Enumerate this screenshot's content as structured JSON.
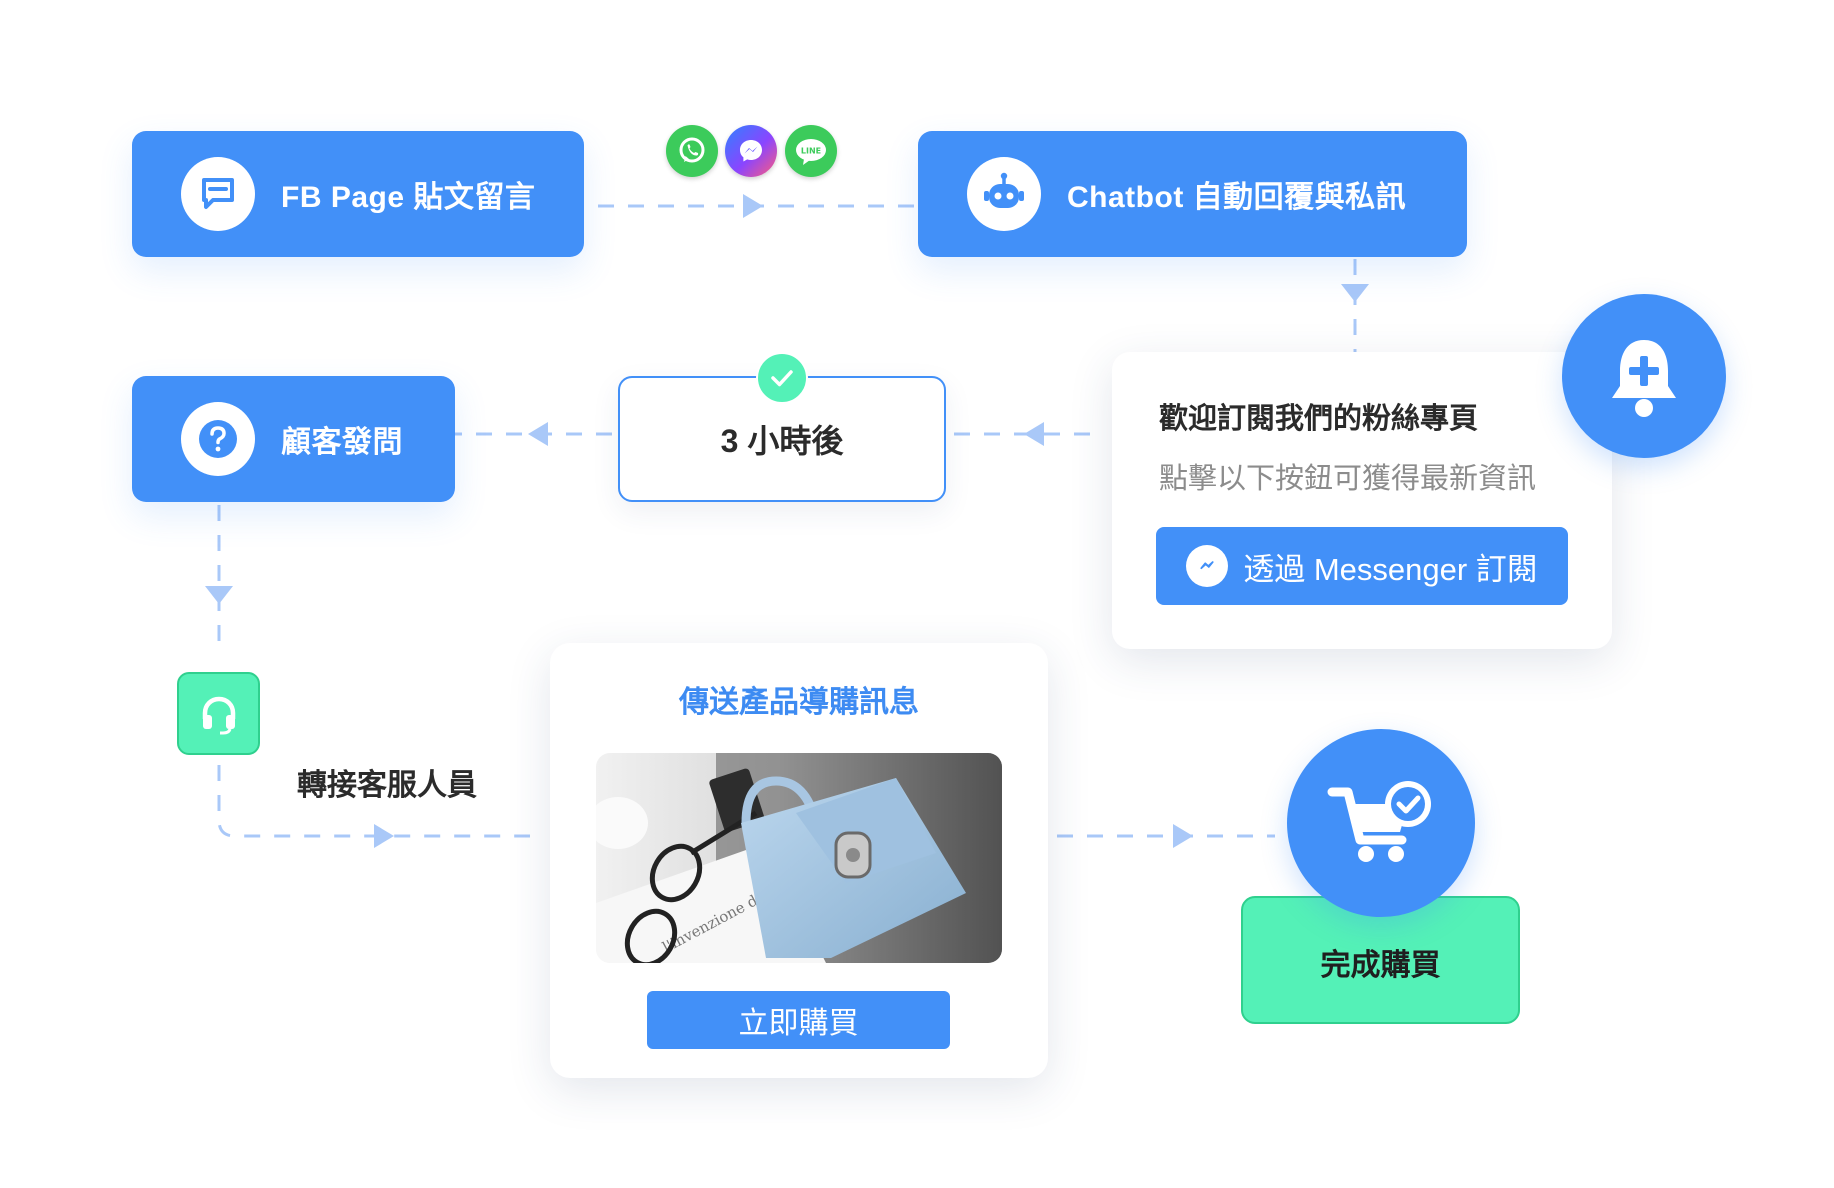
{
  "nodes": {
    "fb_page": "FB Page 貼文留言",
    "chatbot": "Chatbot 自動回覆與私訊",
    "customer_question": "顧客發問",
    "delay": "3 小時後",
    "transfer_agent": "轉接客服人員",
    "complete_purchase": "完成購買"
  },
  "subscribe_card": {
    "title": "歡迎訂閱我們的粉絲專頁",
    "subtitle": "點擊以下按鈕可獲得最新資訊",
    "button_label": "透過 Messenger 訂閱"
  },
  "product_card": {
    "title": "傳送產品導購訊息",
    "buy_button": "立即購買",
    "image_text": "l'invenzione della femminilità"
  },
  "social_icons": {
    "line_label": "LINE"
  },
  "icons": [
    "chat-bubble-icon",
    "robot-icon",
    "question-icon",
    "check-icon",
    "bell-plus-icon",
    "messenger-icon",
    "headset-icon",
    "cart-check-icon",
    "whatsapp-icon",
    "line-icon"
  ],
  "colors": {
    "primary_blue": "#4290f8",
    "connector_blue": "#a9c8f8",
    "green": "#54f1b7",
    "green_border": "#2fd08e",
    "title_blue": "#3d8bf2"
  }
}
